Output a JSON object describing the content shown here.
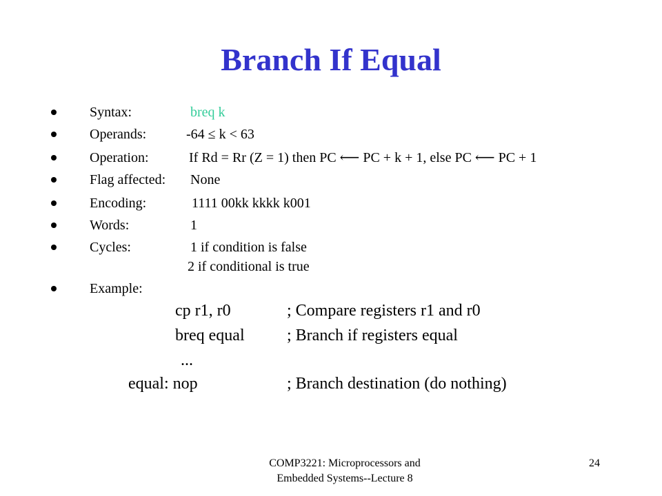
{
  "title": "Branch If Equal",
  "bullets": {
    "syntax_label": "Syntax:",
    "syntax_value": "breq  k",
    "operands_label": "Operands:",
    "operands_value": "-64 ≤ k < 63",
    "operation_label": "Operation:",
    "operation_value": "If Rd = Rr (Z = 1) then PC ⟵ PC + k + 1, else PC ⟵ PC + 1",
    "flag_label": "Flag affected:",
    "flag_value": "None",
    "encoding_label": "Encoding:",
    "encoding_value": "1111 00kk kkkk k001",
    "words_label": "Words:",
    "words_value": "1",
    "cycles_label": "Cycles:",
    "cycles_value_1": "1 if condition is false",
    "cycles_value_2": "2 if conditional is true",
    "example_label": "Example:"
  },
  "example": {
    "line1_code": "cp r1, r0",
    "line1_comment": "; Compare registers r1 and r0",
    "line2_code": "breq   equal",
    "line2_comment": "; Branch if registers equal",
    "ellipsis": "...",
    "line4_code": "equal: nop",
    "line4_comment": "; Branch destination (do nothing)"
  },
  "footer": {
    "line1": "COMP3221: Microprocessors and",
    "line2": "Embedded Systems--Lecture 8",
    "page_number": "24"
  }
}
